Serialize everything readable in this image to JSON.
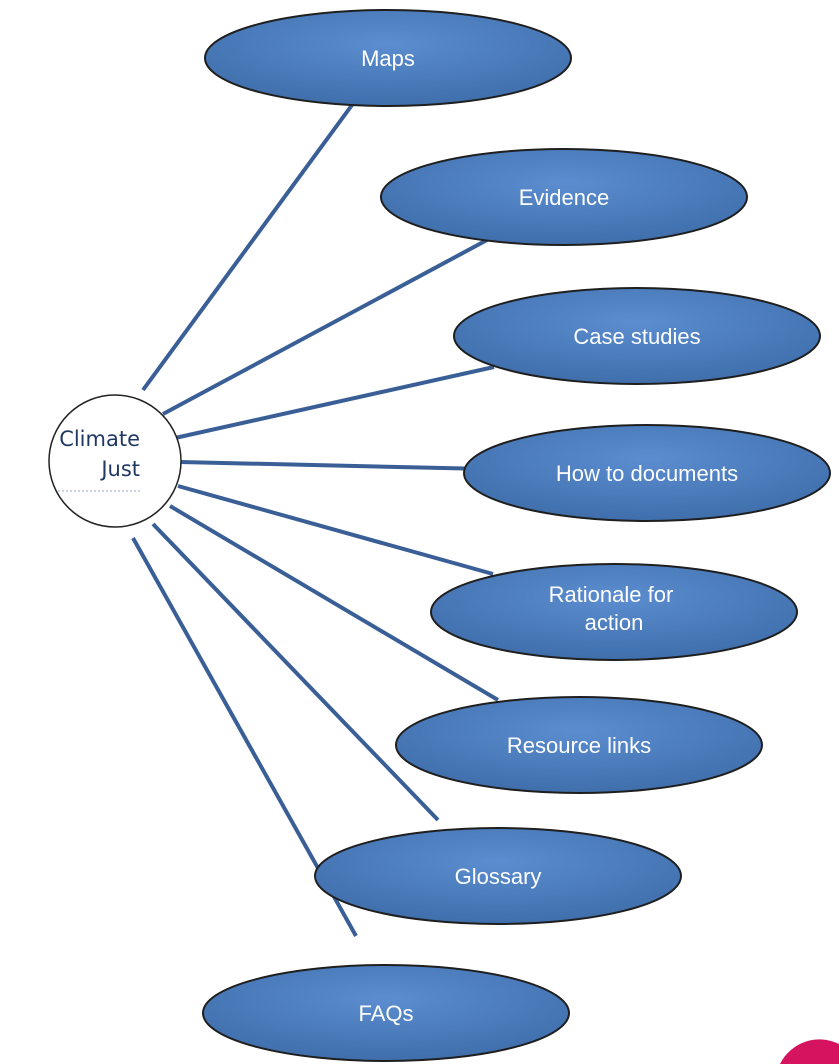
{
  "hub": {
    "line1": "Climate",
    "line2": "Just"
  },
  "nodes": [
    {
      "label": "Maps"
    },
    {
      "label": "Evidence"
    },
    {
      "label": "Case studies"
    },
    {
      "label": "How to documents"
    },
    {
      "label": "Rationale for action"
    },
    {
      "label": "Resource links"
    },
    {
      "label": "Glossary"
    },
    {
      "label": "FAQs"
    }
  ],
  "colors": {
    "node_fill": "#4f81bd",
    "node_stroke": "#1f1f1f",
    "connector": "#3a5f96",
    "hub_text": "#1f3864",
    "accent_logo": "#d6135e"
  }
}
